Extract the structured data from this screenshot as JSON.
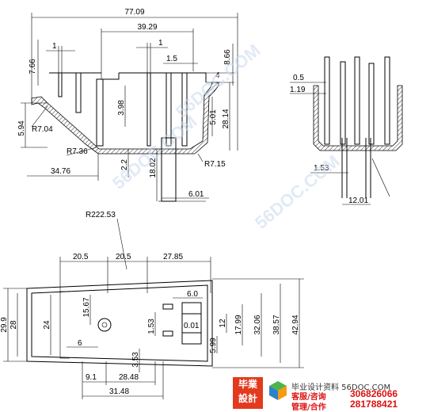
{
  "dimensions": {
    "d77_09": "77.09",
    "d39_29": "39.29",
    "d1_a": "1",
    "d1_b": "1",
    "d1_5": "1.5",
    "d7_66": "7.66",
    "d8_66": "8.66",
    "d4": "4",
    "d3_98": "3.98",
    "d5_01": "5.01",
    "d28_14": "28.14",
    "d5_94": "5.94",
    "r7_04": "R7.04",
    "r7_36": "R7.36",
    "d2_2": "2.2",
    "d18_02": "18.02",
    "r7_15": "R7.15",
    "d34_76": "34.76",
    "d6_01": "6.01",
    "d0_5": "0.5",
    "d1_19": "1.19",
    "d1_53_side": "1.53",
    "d12_01": "12.01",
    "r222_53": "R222.53",
    "d20_5_a": "20.5",
    "d20_5_b": "20.5",
    "d27_85": "27.85",
    "d29_9": "29.9",
    "d28": "28",
    "d24": "24",
    "d15_67": "15.67",
    "d6_0": "6.0",
    "d0_01": "0.01",
    "d1_53_top": "1.53",
    "d12": "12",
    "d17_99": "17.99",
    "d32_06": "32.06",
    "d38_57": "38.57",
    "d42_94": "42.94",
    "d5_99": "5.99",
    "d6": "6",
    "d3_53": "3.53",
    "d9_1": "9.1",
    "d28_48": "28.48",
    "d31_48": "31.48"
  },
  "watermark": {
    "text": "56DOC.COM"
  },
  "footer": {
    "brand_line1": "毕業",
    "brand_line2": "設計",
    "site": "毕业设计资料 56DOC.COM",
    "service_label": "客服/咨询",
    "service_number": "306826066",
    "admin_label": "管理/合作",
    "admin_number": "281788421"
  }
}
